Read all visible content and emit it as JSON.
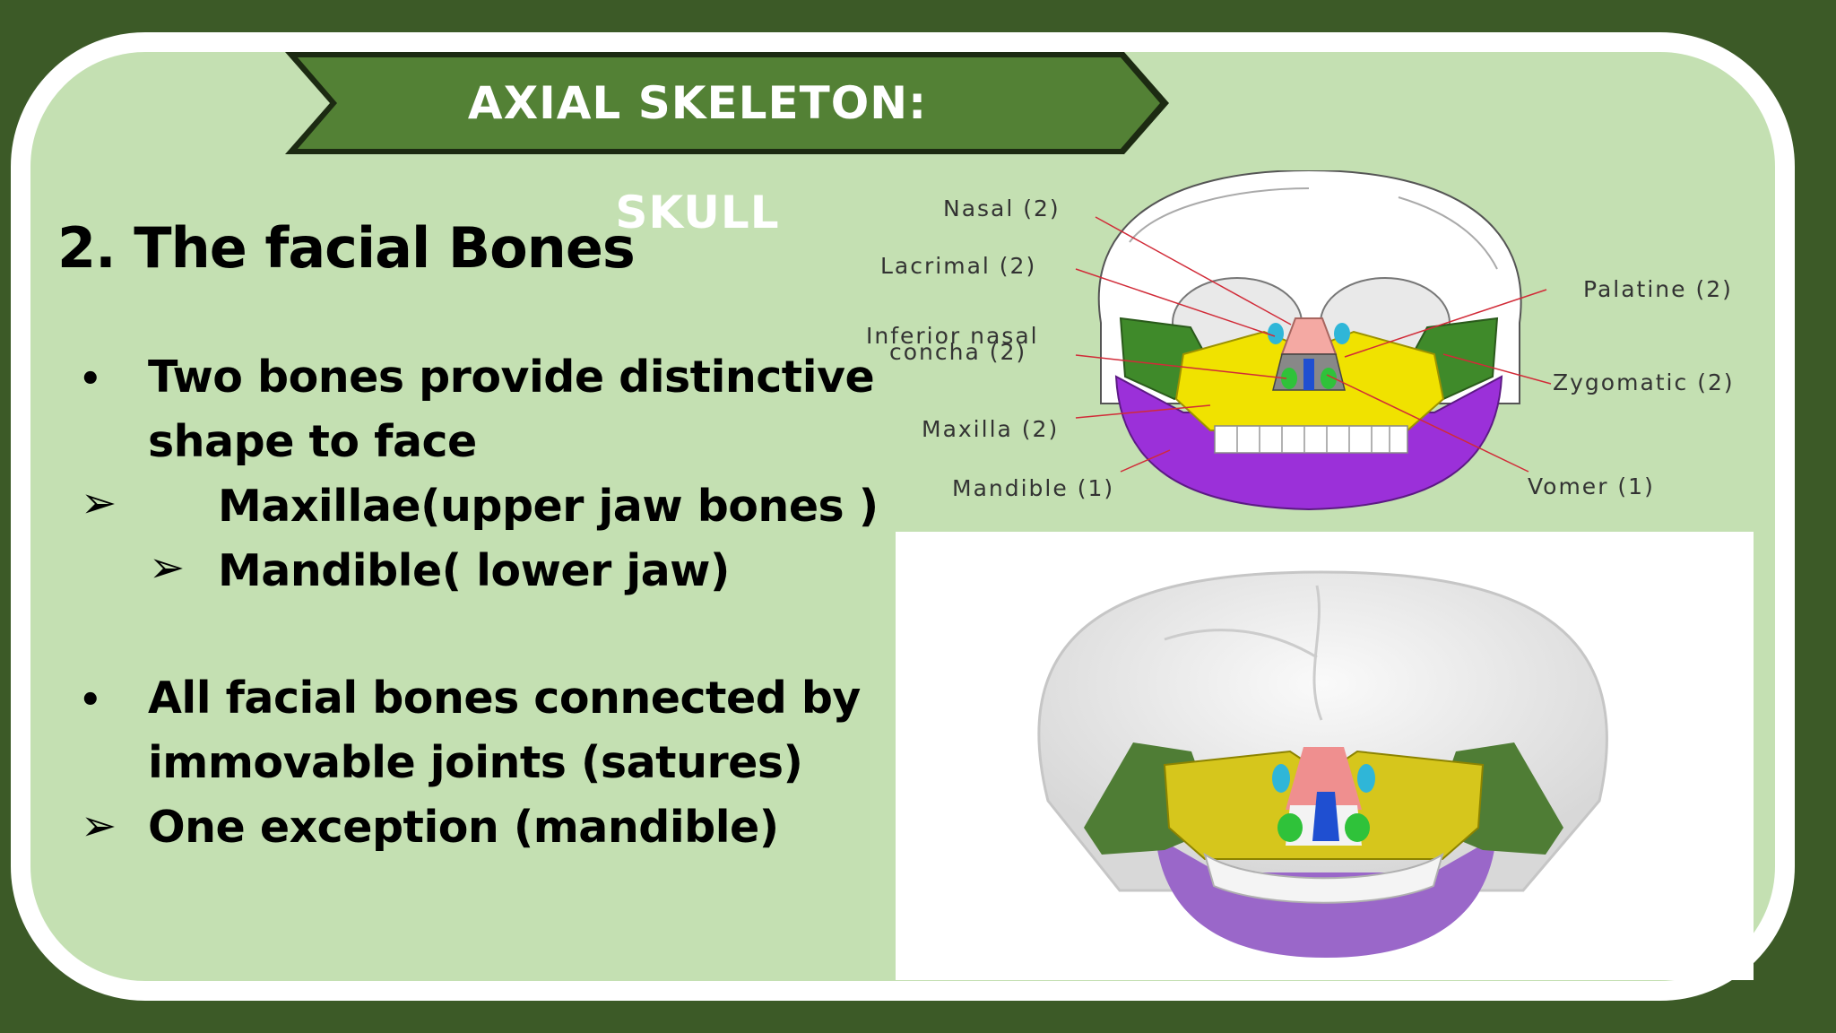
{
  "title": "AXIAL SKELETON: SKULL",
  "heading": "2. The facial Bones",
  "content": {
    "bullet1_line1": "Two bones provide distinctive",
    "bullet1_line2": "shape to face",
    "sub1": "Maxillae(upper jaw bones )",
    "sub2": "Mandible( lower jaw)",
    "bullet2_line1": "All facial bones connected by",
    "bullet2_line2": "immovable joints (satures)",
    "sub3": "One exception (mandible)",
    "bullet_symbol": "•",
    "arrow_symbol": "➢"
  },
  "diagram": {
    "labels": {
      "nasal": "Nasal (2)",
      "lacrimal": "Lacrimal (2)",
      "inferior_nasal_concha_line1": "Inferior nasal",
      "inferior_nasal_concha_line2": "concha (2)",
      "maxilla": "Maxilla (2)",
      "mandible": "Mandible (1)",
      "palatine": "Palatine (2)",
      "zygomatic": "Zygomatic (2)",
      "vomer": "Vomer (1)"
    }
  },
  "colors": {
    "background": "#3c5a27",
    "panel": "#c4e0b2",
    "banner": "#538135",
    "zygomatic": "#3f8a2a",
    "maxilla": "#f0e200",
    "mandible": "#9b30d9",
    "nasal": "#f4a9a3",
    "vomer": "#1f4fd1",
    "lacrimal": "#2fb6d8",
    "concha": "#2fc23a"
  }
}
